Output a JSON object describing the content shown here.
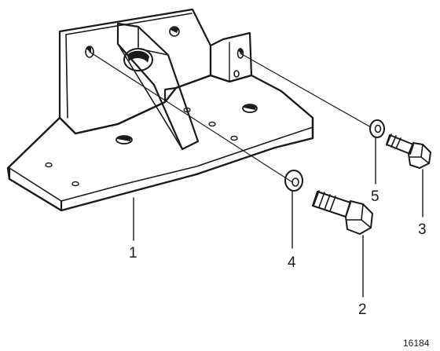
{
  "figure": {
    "reference_number": "16184",
    "callouts": [
      {
        "id": "1",
        "label": "1"
      },
      {
        "id": "2",
        "label": "2"
      },
      {
        "id": "3",
        "label": "3"
      },
      {
        "id": "4",
        "label": "4"
      },
      {
        "id": "5",
        "label": "5"
      }
    ]
  }
}
